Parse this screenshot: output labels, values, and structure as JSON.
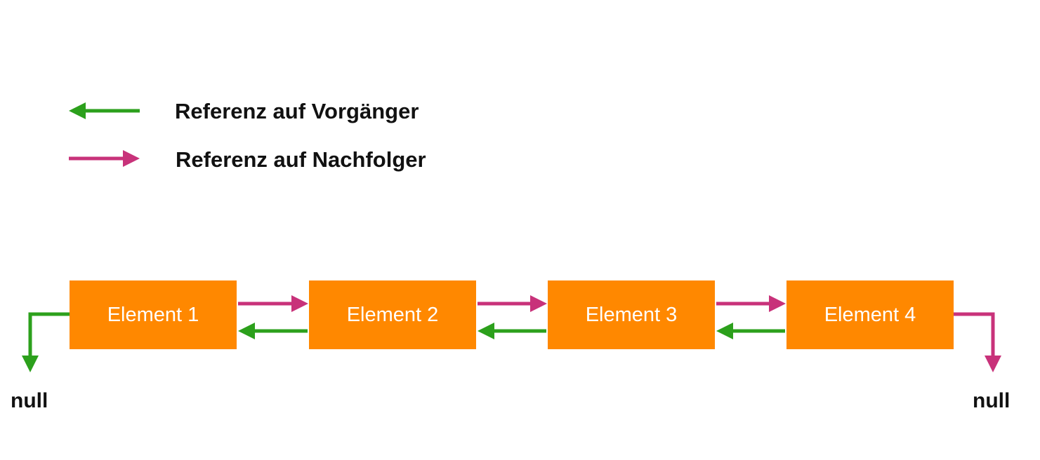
{
  "colors": {
    "predecessor": "#2ca01c",
    "successor": "#c8327a",
    "element_fill": "#ff8800",
    "element_text": "#ffffff",
    "text": "#111111"
  },
  "legend": {
    "predecessor": {
      "label": "Referenz auf Vorgänger",
      "icon": "green-left-arrow-icon"
    },
    "successor": {
      "label": "Referenz auf Nachfolger",
      "icon": "magenta-right-arrow-icon"
    }
  },
  "elements": [
    "Element 1",
    "Element 2",
    "Element 3",
    "Element 4"
  ],
  "null_left": "null",
  "null_right": "null"
}
